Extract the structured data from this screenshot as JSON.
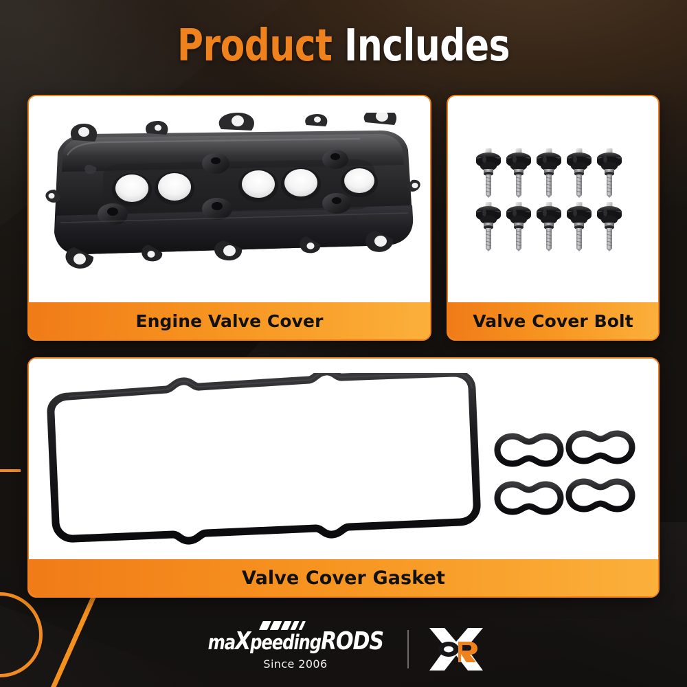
{
  "title": {
    "part1": "Product",
    "part2": "Includes"
  },
  "theme": {
    "accent_orange": "#F0821E",
    "caption_gradient_start": "#F07B18",
    "caption_gradient_end": "#FBB03B",
    "background_dark": "#151312",
    "card_background": "#FFFFFF",
    "title_orange": "#F0821E",
    "title_white": "#FFFFFF"
  },
  "cards": [
    {
      "id": "engine-valve-cover",
      "caption": "Engine Valve Cover",
      "item": "valve-cover",
      "quantity": 1
    },
    {
      "id": "valve-cover-bolt",
      "caption": "Valve Cover Bolt",
      "item": "bolt",
      "quantity": 10,
      "rows": 2,
      "per_row": 5
    },
    {
      "id": "valve-cover-gasket",
      "caption": "Valve Cover Gasket",
      "item": "gasket",
      "quantity": 1,
      "spark_plug_seals": 4
    }
  ],
  "footer": {
    "brand_part1": "ma",
    "brand_x": "X",
    "brand_part2": "peeding",
    "brand_part3": "RODS",
    "since": "Since 2006",
    "badge_letters": "OR"
  }
}
